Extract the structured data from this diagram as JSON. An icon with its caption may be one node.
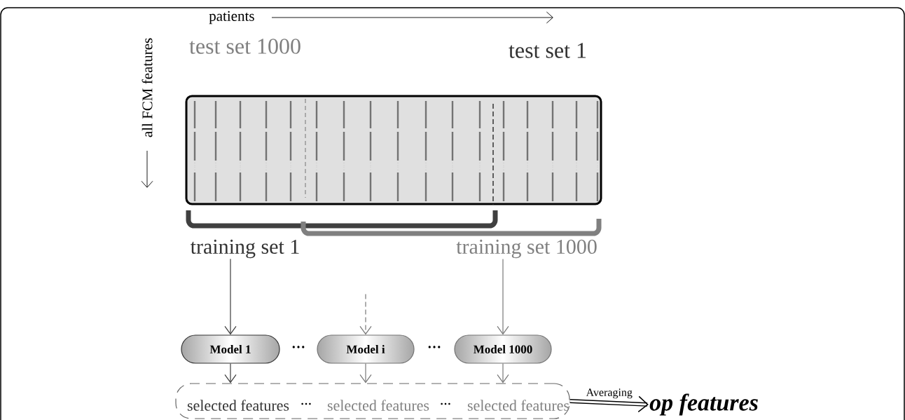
{
  "diagram": {
    "nodes": [
      {
        "text": [
          "training set 1"
        ]
      },
      {
        "text": [
          "training set 1000"
        ]
      },
      {
        "text": [
          "Model 1"
        ]
      },
      {
        "text": [
          "Model i"
        ]
      },
      {
        "text": [
          "Model 1000"
        ]
      },
      {
        "text": [],
        "shape": "box"
      },
      {
        "text": [
          "selected features"
        ],
        "in": 5
      },
      {
        "text": [
          "selected features"
        ],
        "in": 5
      },
      {
        "text": [
          "selected features"
        ],
        "in": 5
      },
      {
        "text": [
          "op features"
        ]
      }
    ],
    "edges": [
      {
        "from": 0,
        "to": 2,
        "arrow": "to",
        "color": "#3c3c3c"
      },
      {
        "from": null,
        "to": 3,
        "arrow": "to",
        "style": "dashed"
      },
      {
        "from": 1,
        "to": 4,
        "arrow": "to"
      },
      {
        "from": 2,
        "to": 5,
        "arrow": "to",
        "color": "#3c3c3c"
      },
      {
        "from": 3,
        "to": 5,
        "arrow": "to"
      },
      {
        "from": 4,
        "to": 5,
        "arrow": "to"
      },
      {
        "from": 5,
        "to": 9,
        "arrow": "to",
        "label": "Averaging",
        "style": "thick",
        "color": "#000000"
      }
    ],
    "labels": [
      "patients",
      "test set 1000",
      "test set 1",
      "all FCM features",
      "…",
      "…",
      "…",
      "…"
    ]
  }
}
